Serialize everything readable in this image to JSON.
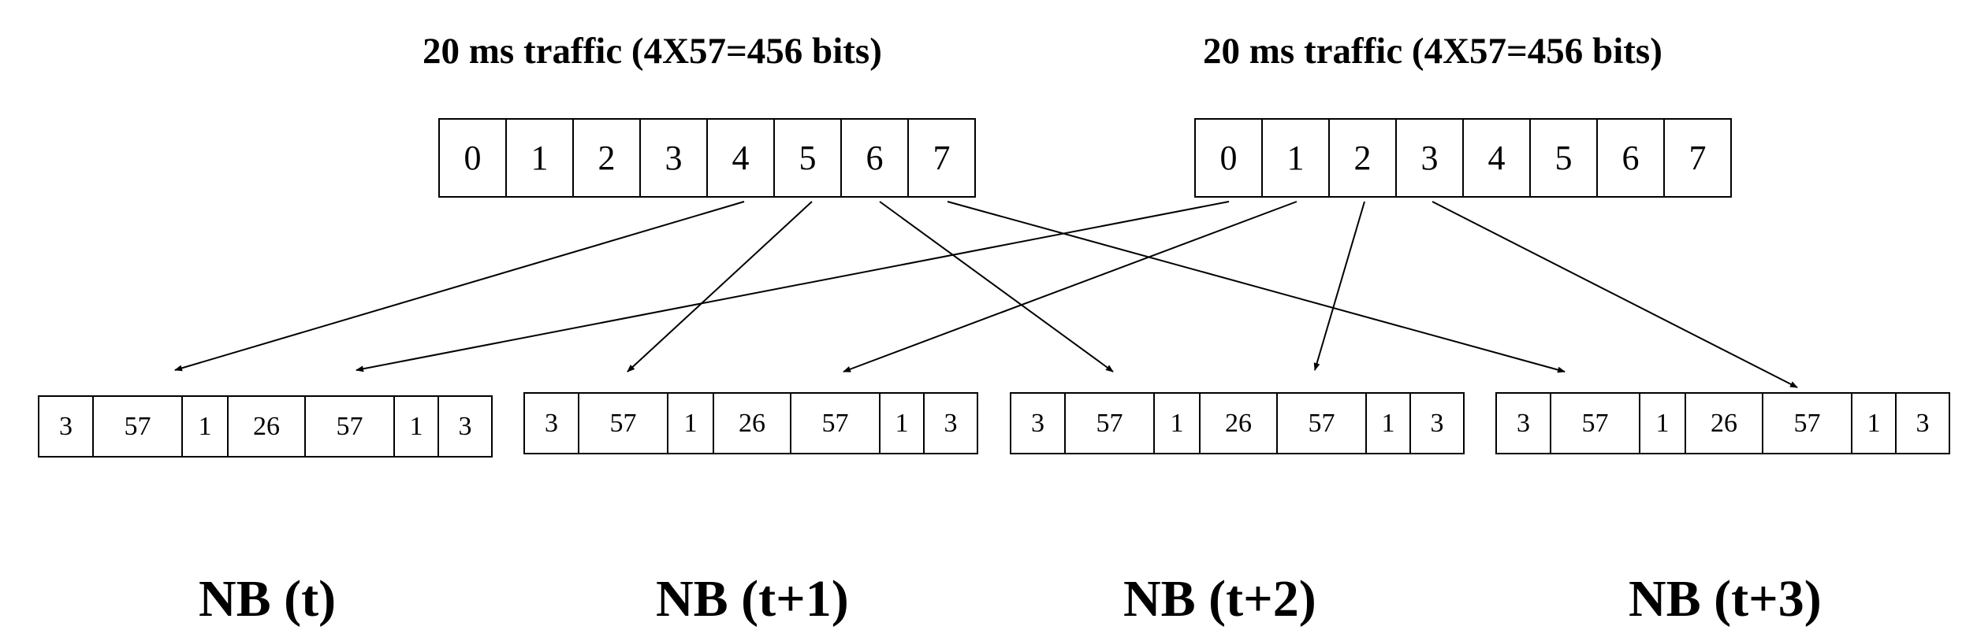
{
  "traffic_blocks": [
    {
      "title": "20 ms traffic (4X57=456 bits)",
      "cells": [
        "0",
        "1",
        "2",
        "3",
        "4",
        "5",
        "6",
        "7"
      ]
    },
    {
      "title": "20 ms traffic (4X57=456 bits)",
      "cells": [
        "0",
        "1",
        "2",
        "3",
        "4",
        "5",
        "6",
        "7"
      ]
    }
  ],
  "bursts": [
    {
      "cells": [
        "3",
        "57",
        "1",
        "26",
        "57",
        "1",
        "3"
      ],
      "label": "NB (t)"
    },
    {
      "cells": [
        "3",
        "57",
        "1",
        "26",
        "57",
        "1",
        "3"
      ],
      "label": "NB (t+1)"
    },
    {
      "cells": [
        "3",
        "57",
        "1",
        "26",
        "57",
        "1",
        "3"
      ],
      "label": "NB (t+2)"
    },
    {
      "cells": [
        "3",
        "57",
        "1",
        "26",
        "57",
        "1",
        "3"
      ],
      "label": "NB (t+3)"
    }
  ],
  "mappings": [
    {
      "block": 0,
      "cell": 4,
      "burst": 0,
      "half": "first"
    },
    {
      "block": 0,
      "cell": 5,
      "burst": 1,
      "half": "first"
    },
    {
      "block": 0,
      "cell": 6,
      "burst": 2,
      "half": "first"
    },
    {
      "block": 0,
      "cell": 7,
      "burst": 3,
      "half": "first"
    },
    {
      "block": 1,
      "cell": 0,
      "burst": 0,
      "half": "second"
    },
    {
      "block": 1,
      "cell": 1,
      "burst": 1,
      "half": "second"
    },
    {
      "block": 1,
      "cell": 2,
      "burst": 2,
      "half": "second"
    },
    {
      "block": 1,
      "cell": 3,
      "burst": 3,
      "half": "second"
    }
  ]
}
